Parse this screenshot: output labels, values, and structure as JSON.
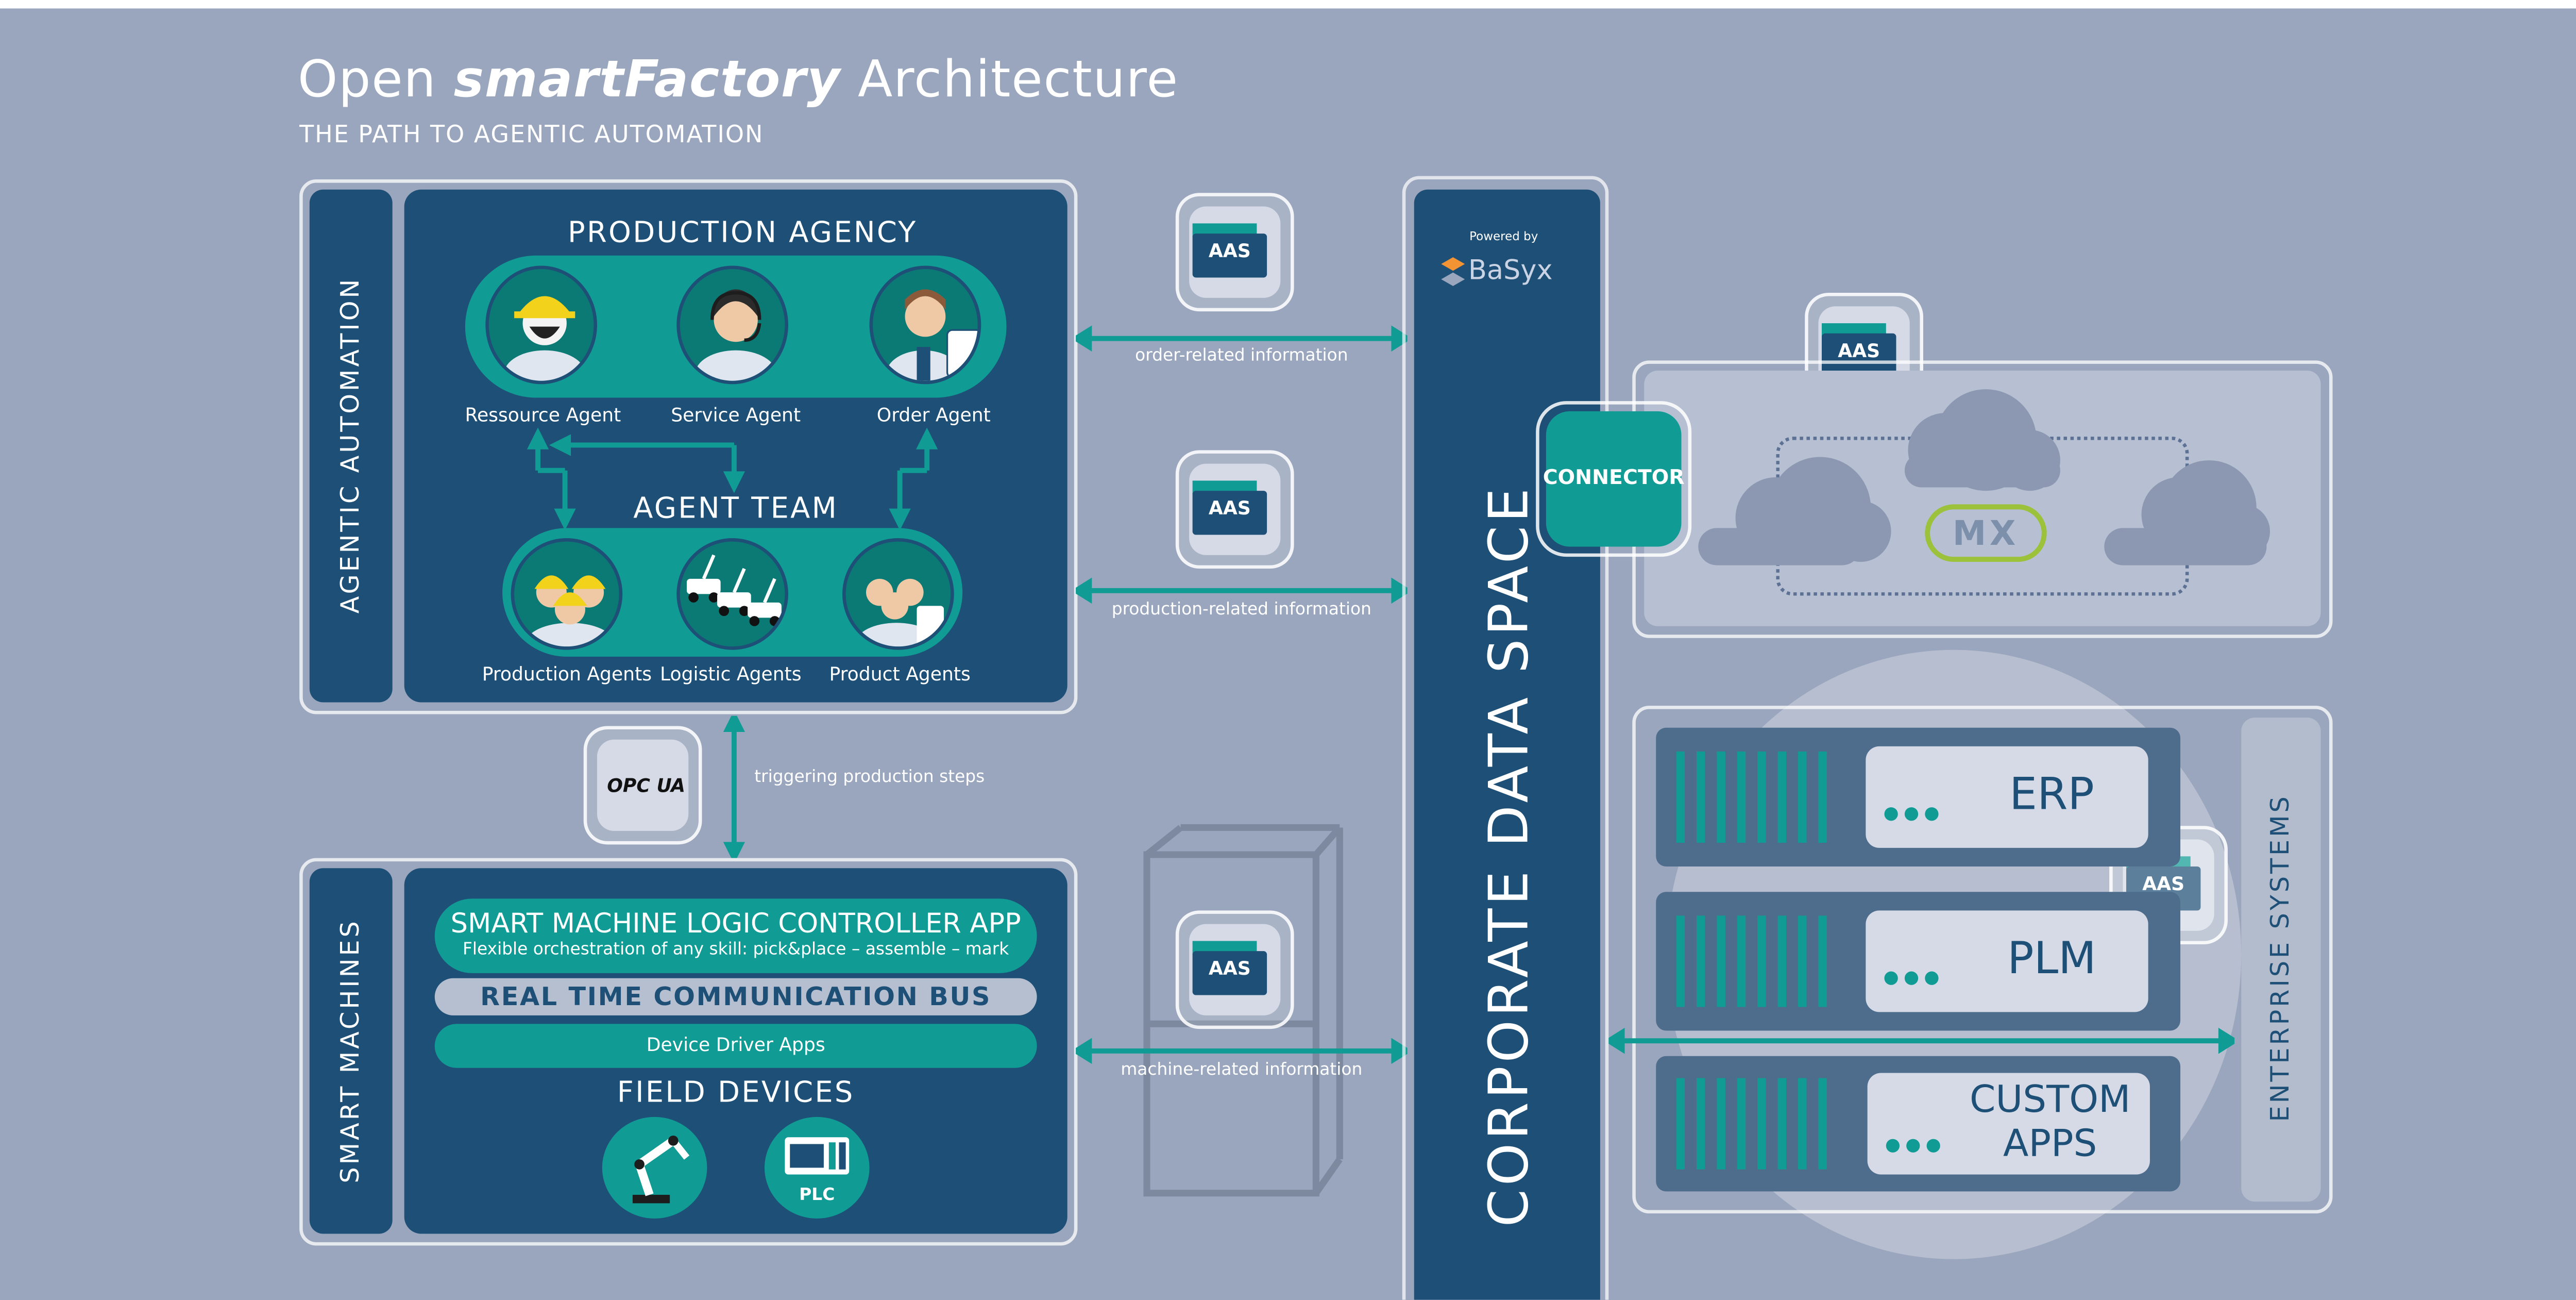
{
  "header": {
    "title_prefix": "Open",
    "title_brand": "smartFactory",
    "title_suffix": "Architecture",
    "subtitle": "THE PATH TO AGENTIC AUTOMATION"
  },
  "agentic": {
    "side_label": "AGENTIC AUTOMATION",
    "agency_title": "PRODUCTION AGENCY",
    "agency_agents": [
      "Ressource Agent",
      "Service Agent",
      "Order Agent"
    ],
    "team_title": "AGENT TEAM",
    "team_agents": [
      "Production Agents",
      "Logistic Agents",
      "Product Agents"
    ]
  },
  "opcua": {
    "label": "OPC UA",
    "trigger_text": "triggering production steps"
  },
  "smart_machines": {
    "side_label": "SMART MACHINES",
    "controller_title": "SMART MACHINE LOGIC CONTROLLER APP",
    "controller_sub": "Flexible orchestration of any skill: pick&place – assemble – mark",
    "bus": "REAL TIME COMMUNICATION BUS",
    "drivers": "Device Driver Apps",
    "field_title": "FIELD DEVICES",
    "plc": "PLC"
  },
  "aas_label": "AAS",
  "flows": {
    "order": "order-related information",
    "production": "production-related information",
    "machine": "machine-related information"
  },
  "data_space": {
    "powered_by": "Powered by",
    "basyx": "BaSyx",
    "label": "CORPORATE DATA SPACE",
    "connector": "CONNECTOR"
  },
  "enterprise": {
    "side_label": "ENTERPRISE SYSTEMS",
    "systems": [
      "ERP",
      "PLM",
      "CUSTOM APPS"
    ]
  },
  "colors": {
    "background": "#9aa6bd",
    "navy": "#1e5077",
    "teal": "#109c94",
    "panel": "#d5dae6",
    "mx_green": "#9cc13a"
  },
  "icons": [
    "aas-folder-icon",
    "hardhat-worker-icon",
    "headset-icon",
    "tablet-icon",
    "robot-arm-icon",
    "plc-icon",
    "cloud-icon",
    "opcua-logo-icon",
    "basyx-logo-icon",
    "mx-logo-icon"
  ]
}
